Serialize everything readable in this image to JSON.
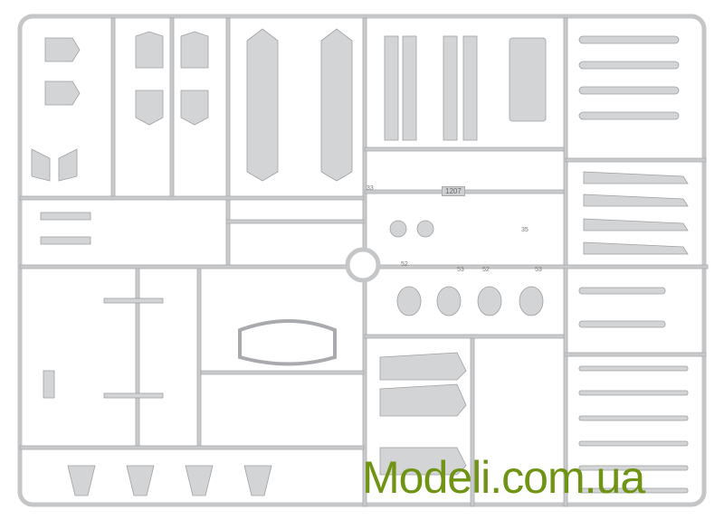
{
  "sprue_code": "1207",
  "part_numbers": [
    "52",
    "53",
    "52",
    "53",
    "35",
    "33"
  ],
  "watermark": "Modeli.com.ua",
  "colors": {
    "plastic": "#c9cacc",
    "watermark": "#6f9313",
    "background": "#ffffff"
  }
}
